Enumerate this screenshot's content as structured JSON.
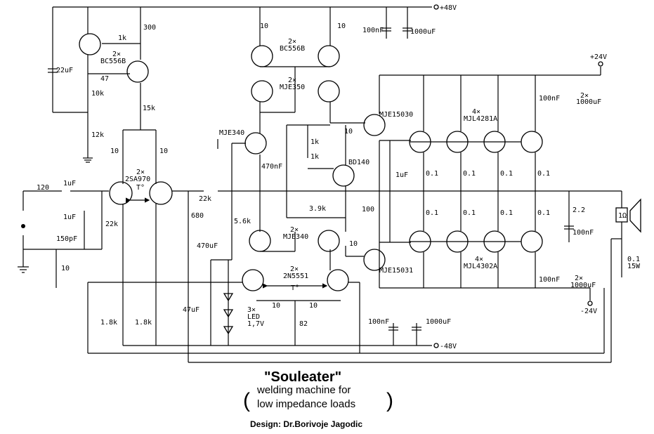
{
  "title": {
    "main": "\"Souleater\"",
    "line1": "welding machine for",
    "line2": "low impedance loads",
    "paren_open": "(",
    "paren_close": ")",
    "design": "Design: Dr.Borivoje Jagodic"
  },
  "rails": {
    "pos48": "+48V",
    "neg48": "-48V",
    "pos24": "+24V",
    "neg24": "-24V"
  },
  "parts": {
    "r300": "300",
    "r1k_a": "1k",
    "q_bc556_a": "2×",
    "q_bc556_a2": "BC556B",
    "c22u": "22uF",
    "r47": "47",
    "r10k": "10k",
    "r15k": "15k",
    "r12k": "12k",
    "r10_l": "10",
    "r10_r": "10",
    "q_sa970": "2×",
    "q_sa970_b": "2SA970",
    "temp1": "T°",
    "r120": "120",
    "c1u_a": "1uF",
    "c1u_b": "1uF",
    "c150p": "150pF",
    "r22k_a": "22k",
    "r10_gnd": "10",
    "r1k8_a": "1.8k",
    "r1k8_b": "1.8k",
    "r10_top1": "10",
    "r10_top2": "10",
    "q_bc556_b": "2×",
    "q_bc556_b2": "BC556B",
    "q_mje350": "2×",
    "q_mje350_b": "MJE350",
    "c100n_top": "100nF",
    "c1000_top": "1000uF",
    "q_mje340": "MJE340",
    "r10_mid": "10",
    "q_mje15030": "MJE15030",
    "r1k_b": "1k",
    "r1k_c": "1k",
    "c470n": "470nF",
    "q_bd140": "BD140",
    "r3k9": "3.9k",
    "c1u_mid": "1uF",
    "r100": "100",
    "r22k_b": "22k",
    "r680": "680",
    "c470u": "470uF",
    "r5k6": "5.6k",
    "q_mje340b": "2×",
    "q_mje340b_b": "MJE340",
    "r10_lo": "10",
    "q_2n5551": "2×",
    "q_2n5551_b": "2N5551",
    "temp2": "T°",
    "r10_e1": "10",
    "r10_e2": "10",
    "r82": "82",
    "c47u": "47uF",
    "led": "3×",
    "led_b": "LED",
    "led_c": "1,7V",
    "q_mje15031": "MJE15031",
    "q_mjl4281": "4×",
    "q_mjl4281_b": "MJL4281A",
    "q_mjl4302": "4×",
    "q_mjl4302_b": "MJL4302A",
    "re1": "0.1",
    "re2": "0.1",
    "re3": "0.1",
    "re4": "0.1",
    "re5": "0.1",
    "re6": "0.1",
    "re7": "0.1",
    "re8": "0.1",
    "c100n_r1": "100nF",
    "c1000_r1a": "2×",
    "c1000_r1b": "1000uF",
    "c100n_r2": "100nF",
    "c1000_r2a": "2×",
    "c1000_r2b": "1000uF",
    "r2_2": "2.2",
    "c100n_zob": "100nF",
    "load": "1Ω",
    "r01": "0.1",
    "r15w": "15W",
    "c100n_bot": "100nF",
    "c1000_bot": "1000uF"
  }
}
